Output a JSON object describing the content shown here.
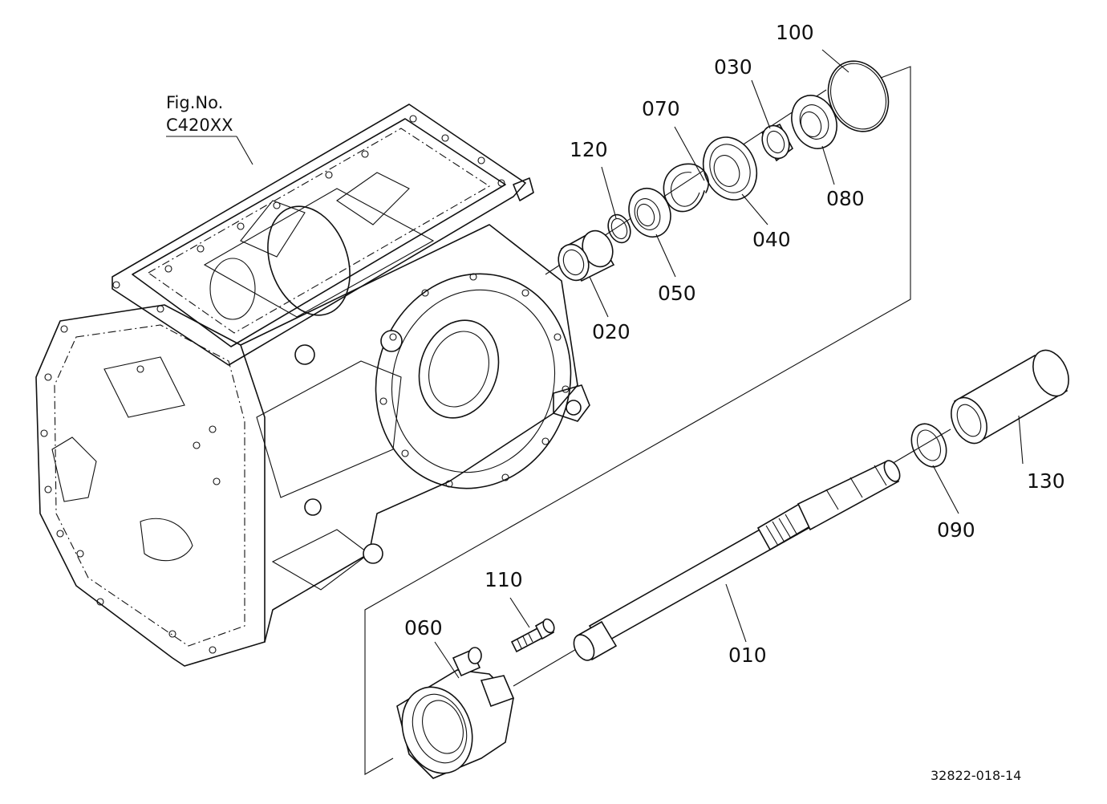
{
  "figure_ref": {
    "line1": "Fig.No.",
    "line2": "C420XX"
  },
  "drawing_number": "32822-018-14",
  "parts": [
    {
      "id": "p100",
      "label": "100"
    },
    {
      "id": "p030",
      "label": "030"
    },
    {
      "id": "p070",
      "label": "070"
    },
    {
      "id": "p120",
      "label": "120"
    },
    {
      "id": "p080",
      "label": "080"
    },
    {
      "id": "p040",
      "label": "040"
    },
    {
      "id": "p050",
      "label": "050"
    },
    {
      "id": "p020",
      "label": "020"
    },
    {
      "id": "p130",
      "label": "130"
    },
    {
      "id": "p090",
      "label": "090"
    },
    {
      "id": "p110",
      "label": "110"
    },
    {
      "id": "p060",
      "label": "060"
    },
    {
      "id": "p010",
      "label": "010"
    }
  ]
}
